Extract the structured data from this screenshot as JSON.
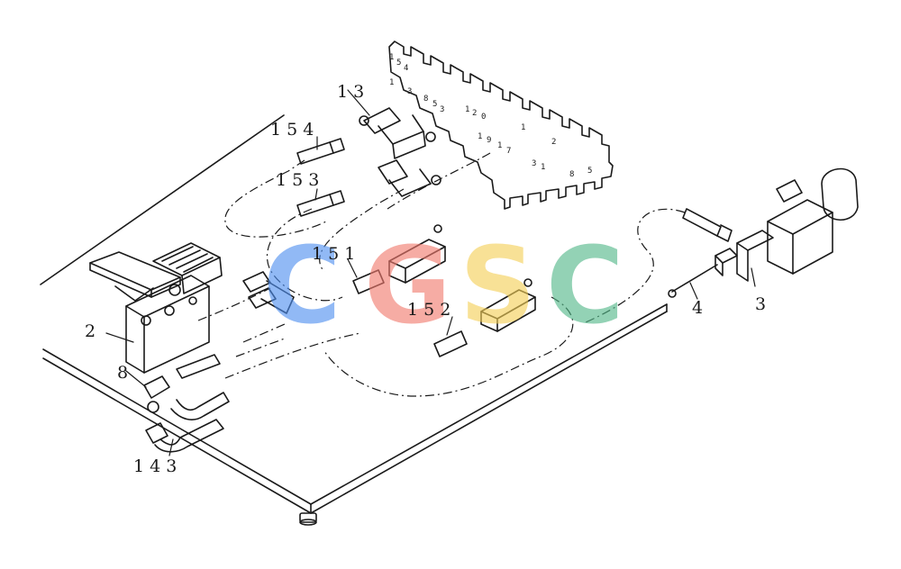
{
  "callouts": {
    "c154": "1 5 4",
    "c153": "1 5 3",
    "c13": "1 3",
    "c151": "1 5 1",
    "c152": "1 5 2",
    "c2": "2",
    "c8": "8",
    "c143": "1 4 3",
    "c3": "3",
    "c4": "4"
  },
  "bracket_numbers": [
    "1",
    "5",
    "4",
    "1",
    "3",
    "8",
    "5",
    "3",
    "1",
    "2",
    "0",
    "1",
    "9",
    "1",
    "7",
    "1",
    "3",
    "1",
    "2",
    "8",
    "5"
  ],
  "watermark": {
    "letters": [
      "C",
      "G",
      "S",
      "C"
    ],
    "colors": [
      "#4f8ff0",
      "#f27a6e",
      "#f4cf57",
      "#52b788"
    ]
  },
  "colors": {
    "line": "#1a1a1a"
  }
}
